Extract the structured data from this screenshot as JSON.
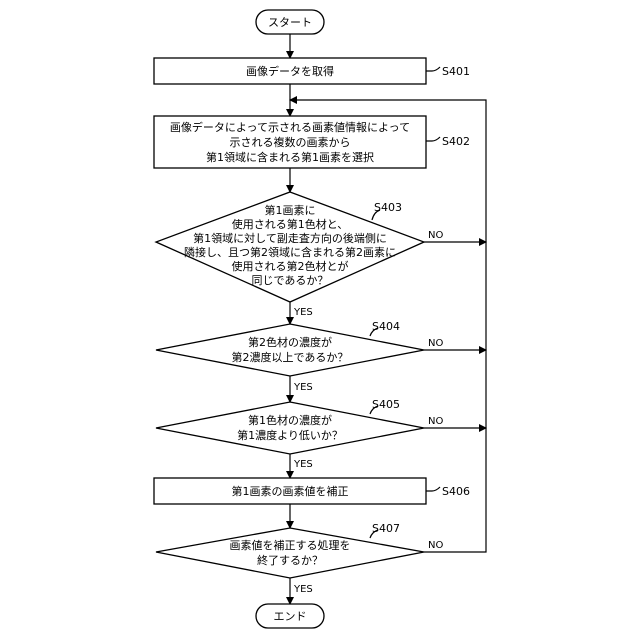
{
  "start": "スタート",
  "end": "エンド",
  "steps": {
    "s401": {
      "id": "S401",
      "text": [
        "画像データを取得"
      ]
    },
    "s402": {
      "id": "S402",
      "text": [
        "画像データによって示される画素値情報によって",
        "示される複数の画素から",
        "第1領域に含まれる第1画素を選択"
      ]
    },
    "s403": {
      "id": "S403",
      "text": [
        "第1画素に",
        "使用される第1色材と、",
        "第1領域に対して副走査方向の後端側に",
        "隣接し、且つ第2領域に含まれる第2画素に",
        "使用される第2色材とが",
        "同じであるか？"
      ]
    },
    "s404": {
      "id": "S404",
      "text": [
        "第2色材の濃度が",
        "第2濃度以上であるか？"
      ]
    },
    "s405": {
      "id": "S405",
      "text": [
        "第1色材の濃度が",
        "第1濃度より低いか？"
      ]
    },
    "s406": {
      "id": "S406",
      "text": [
        "第1画素の画素値を補正"
      ]
    },
    "s407": {
      "id": "S407",
      "text": [
        "画素値を補正する処理を",
        "終了するか？"
      ]
    }
  },
  "yes": "YES",
  "no": "NO"
}
